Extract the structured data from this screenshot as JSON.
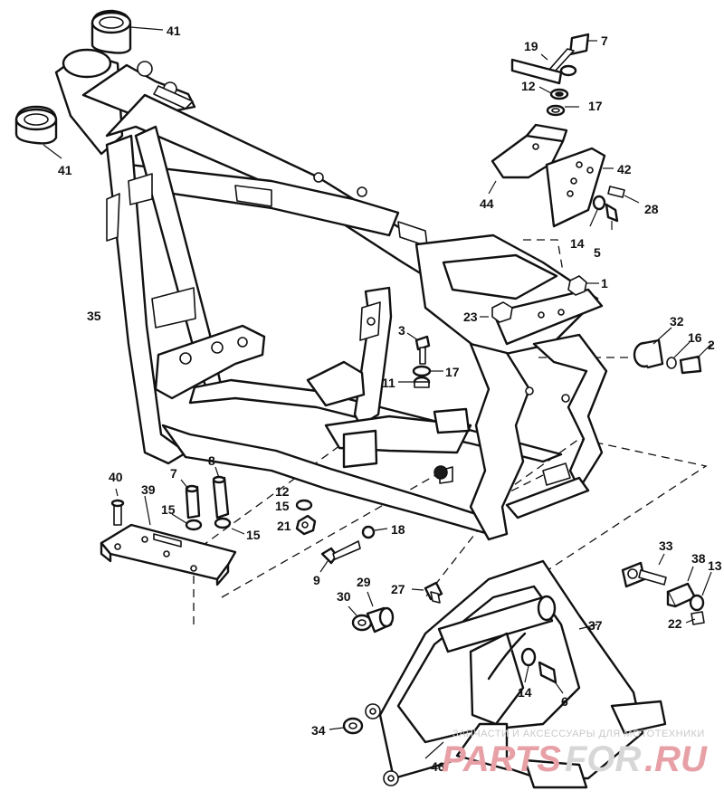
{
  "diagram": {
    "callouts": [
      "41",
      "41",
      "35",
      "19",
      "7",
      "12",
      "17",
      "42",
      "44",
      "28",
      "14",
      "5",
      "1",
      "23",
      "32",
      "16",
      "2",
      "3",
      "17",
      "11",
      "8",
      "7",
      "40",
      "39",
      "15",
      "15",
      "12",
      "15",
      "21",
      "18",
      "9",
      "29",
      "30",
      "27",
      "33",
      "38",
      "13",
      "22",
      "37",
      "14",
      "6",
      "34",
      "46"
    ]
  },
  "watermark": {
    "top_text": "ЗАПЧАСТИ И АКСЕССУАРЫ ДЛЯ МОТОТЕХНИКИ",
    "logo_text": "PARTS",
    "logo_text_2": "FOR",
    "logo_suffix": ".RU"
  }
}
